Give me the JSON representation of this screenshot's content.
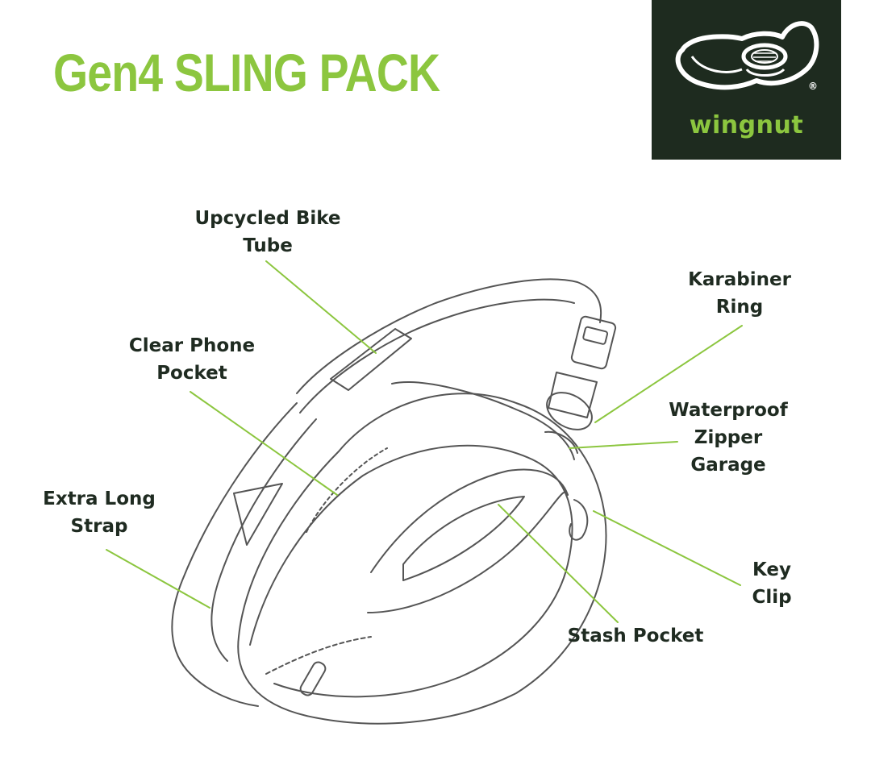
{
  "title": "Gen4 SLING PACK",
  "brand": {
    "name": "wingnut",
    "registered_mark": "®",
    "colors": {
      "accent_green": "#8cc63f",
      "logo_background": "#1e2b1f",
      "label_text": "#1f2b21",
      "sketch_stroke": "#555555"
    }
  },
  "callouts": {
    "bike_tube": {
      "line1": "Upcycled Bike",
      "line2": "Tube"
    },
    "phone_pocket": {
      "line1": "Clear Phone",
      "line2": "Pocket"
    },
    "long_strap": {
      "line1": "Extra Long",
      "line2": "Strap"
    },
    "karabiner_ring": {
      "line1": "Karabiner",
      "line2": "Ring"
    },
    "zipper_garage": {
      "line1": "Waterproof",
      "line2": "Zipper",
      "line3": "Garage"
    },
    "key_clip": {
      "line1": "Key",
      "line2": "Clip"
    },
    "stash_pocket": {
      "line1": "Stash Pocket"
    }
  }
}
